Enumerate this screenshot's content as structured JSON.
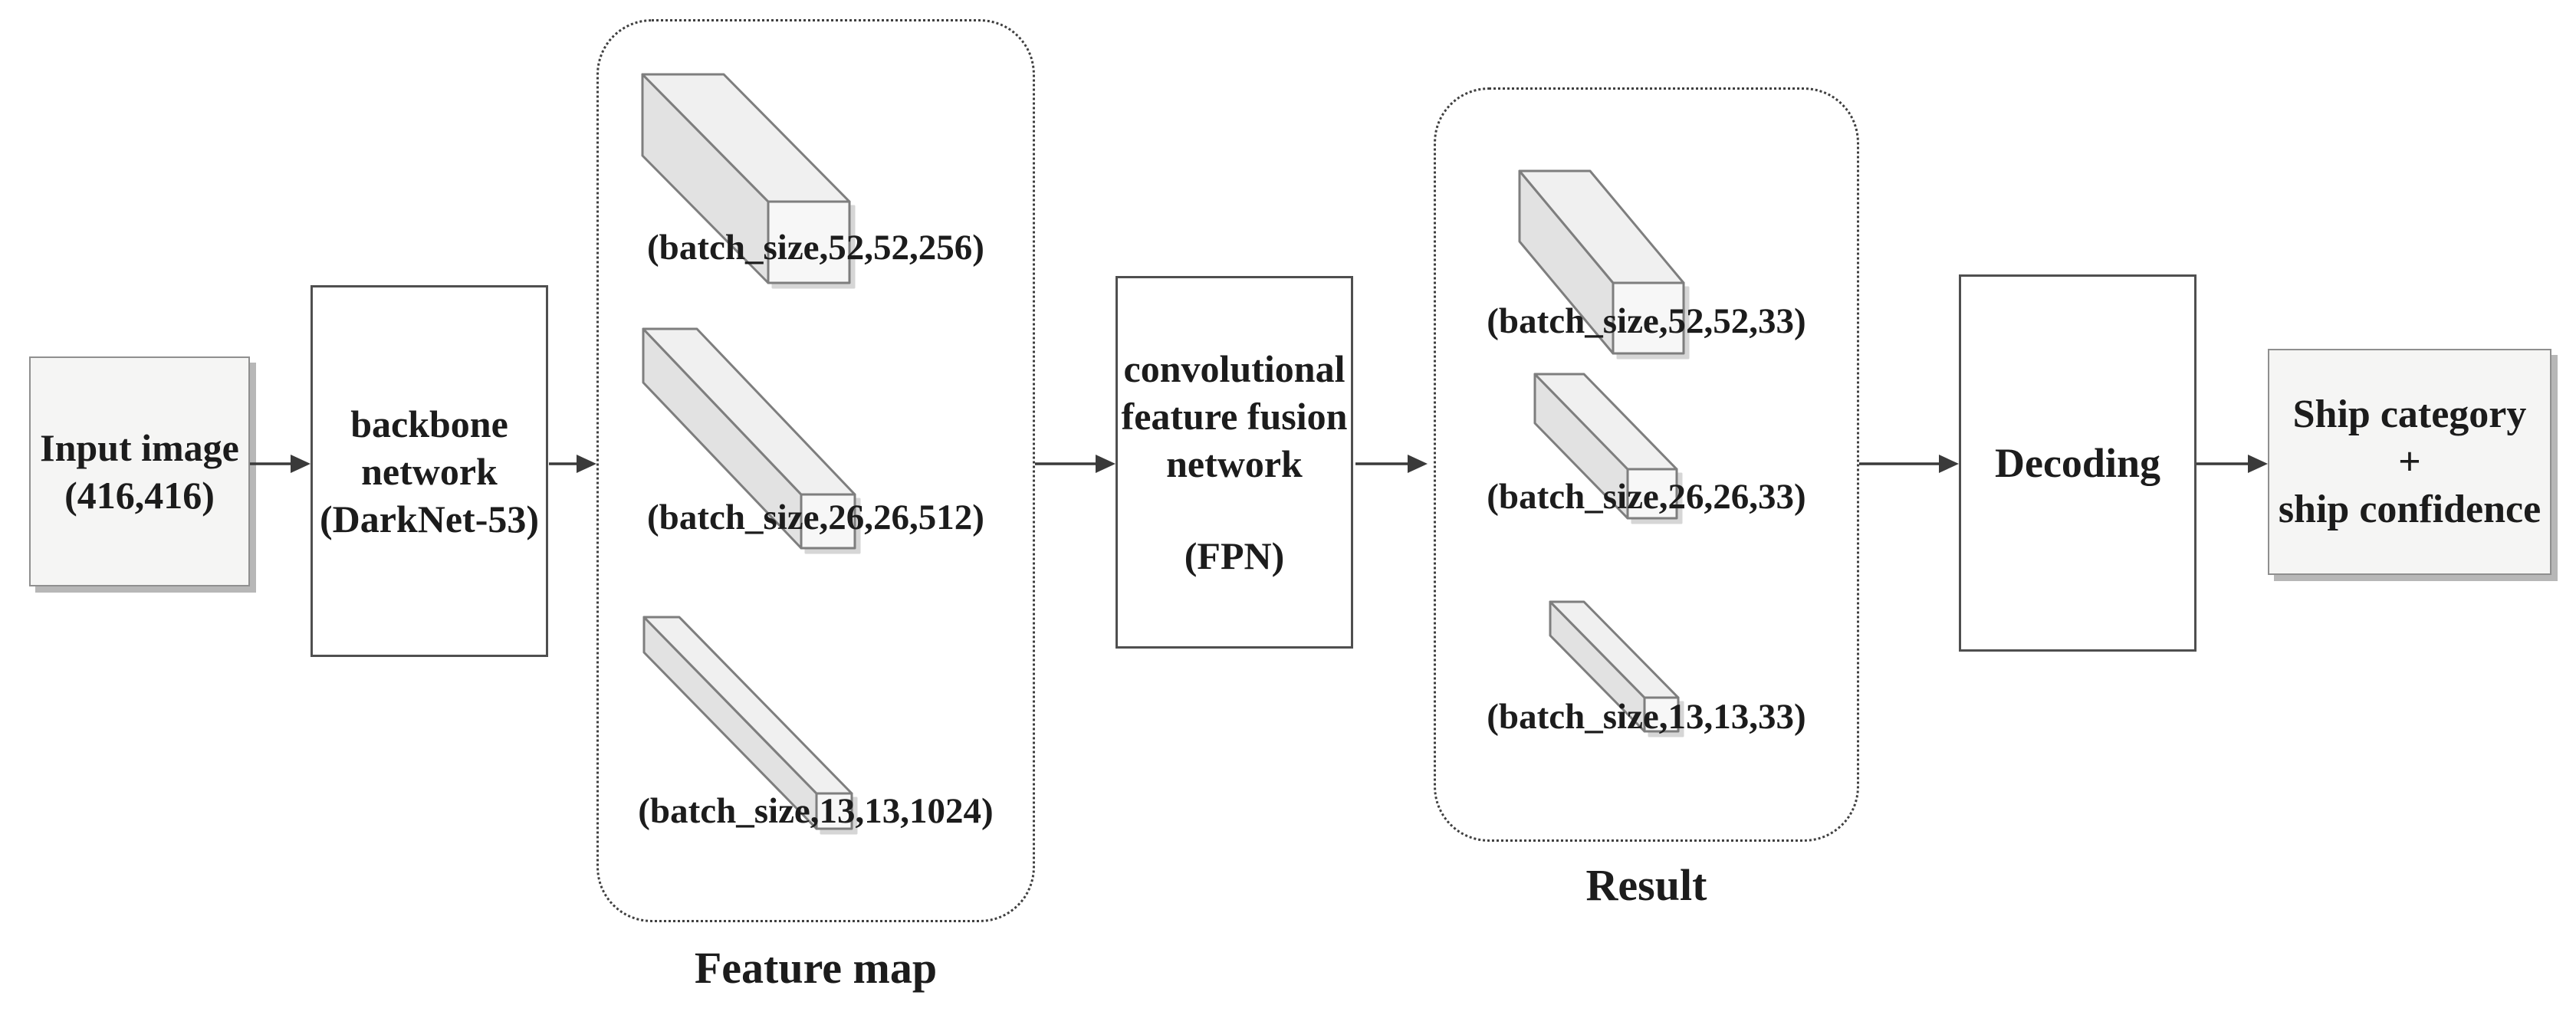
{
  "input_box": {
    "line1": "Input image",
    "line2": "(416,416)"
  },
  "backbone_box": {
    "line1": "backbone",
    "line2": "network",
    "line3": "(DarkNet-53)"
  },
  "feature_group": {
    "caption": "Feature map",
    "bar1_label": "(batch_size,52,52,256)",
    "bar2_label": "(batch_size,26,26,512)",
    "bar3_label": "(batch_size,13,13,1024)"
  },
  "fpn_box": {
    "line1": "convolutional",
    "line2": "feature fusion",
    "line3": "network",
    "line4": "(FPN)"
  },
  "result_group": {
    "caption": "Result",
    "bar1_label": "(batch_size,52,52,33)",
    "bar2_label": "(batch_size,26,26,33)",
    "bar3_label": "(batch_size,13,13,33)"
  },
  "decoding_box": {
    "label": "Decoding"
  },
  "output_box": {
    "line1": "Ship category",
    "line2": "+",
    "line3": "ship confidence"
  },
  "theme": {
    "bar-top": "#f0f0f0",
    "bar-side": "#e2e2e2",
    "bar-front": "#f7f7f7",
    "bar-stroke": "#7e7e7e",
    "arrow-color": "#3a3a3a",
    "box-border-dark": "#4f4f4f",
    "box-border-light": "#8f8f8f",
    "box-fill-light": "#f5f5f4",
    "dashed-border": "#3f3f3f",
    "shadow-color": "#b7b7b7",
    "text-color": "#1c1c1c"
  }
}
